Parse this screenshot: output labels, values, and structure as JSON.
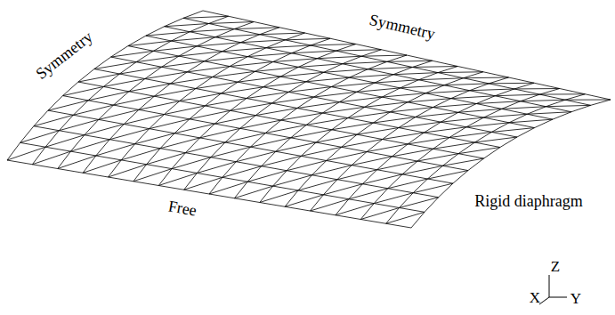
{
  "diagram": {
    "labels": [
      "Symmetry",
      "Symmetry",
      "Rigid diaphragm",
      "Free",
      "Z",
      "X",
      "Y"
    ]
  }
}
